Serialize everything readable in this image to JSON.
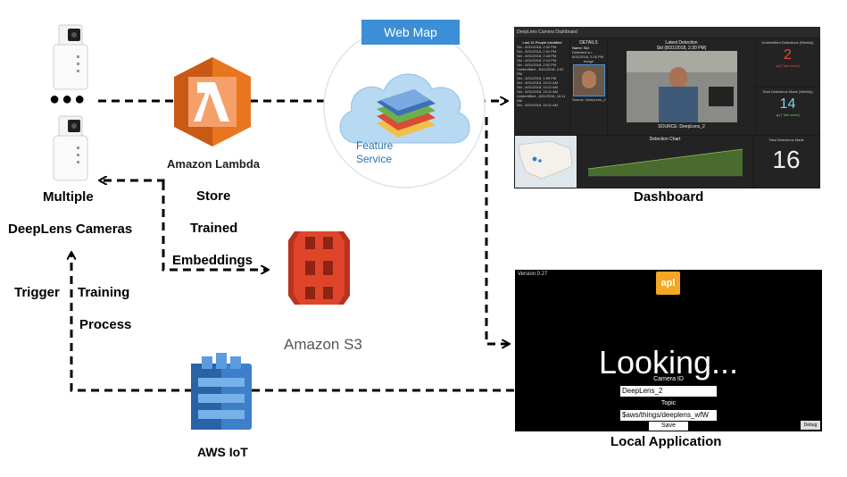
{
  "cameras": {
    "label_line1": "Multiple",
    "label_line2": "DeepLens Cameras",
    "ellipsis": "●●●"
  },
  "lambda": {
    "label": "Amazon Lambda"
  },
  "store": {
    "line1": "Store",
    "line2": "Trained",
    "line3": "Embeddings"
  },
  "s3": {
    "label": "Amazon S3"
  },
  "webmap": {
    "badge": "Web Map",
    "service_line1": "Feature",
    "service_line2": "Service"
  },
  "dashboard": {
    "label": "Dashboard",
    "title": "DeepLens Camera Dashboard",
    "last15": "Last 15 People Identified",
    "rows": [
      "Sid - 8/31/2018, 2:32 PM",
      "Sid - 8/31/2018, 2:31 PM",
      "Sid - 8/31/2018, 2:18 PM",
      "Sid - 8/31/2018, 2:14 PM",
      "Sid - 8/31/2018, 2:02 PM",
      "Unidentified - 8/31/2018, 2:02 PM",
      "Sid - 8/31/2018, 1:59 PM",
      "Sid - 8/31/2018, 10:11 AM",
      "Sid - 8/31/2018, 10:11 AM",
      "Sid - 8/31/2018, 10:11 AM",
      "Unidentified - 8/31/2018, 10:11 AM",
      "Sid - 8/31/2018, 10:11 AM"
    ],
    "details_title": "DETAILS",
    "details_name": "Name: Sid",
    "details_detected": "Detected on: 8/31/2018, 2:26 PM",
    "details_image": "Image",
    "details_source": "Source: DeepLens_2",
    "latest_title": "Latest Detection",
    "latest_sub": "Sid (8/31/2018, 2:30 PM)",
    "latest_source": "SOURCE: DeepLens_2",
    "unid_title": "Unidentified Detections (Weekly)",
    "unid_value": "2",
    "unid_change": "▲(0 last week)",
    "total_week_title": "Total Detections Made (Weekly)",
    "total_week_value": "14",
    "total_week_change": "▲(7 last week)",
    "chart_title": "Detection Chart",
    "total_title": "Total Detections Made",
    "total_value": "16"
  },
  "app": {
    "label": "Local Application",
    "version": "Version 0.27",
    "logo": "apl",
    "looking": "Looking...",
    "camera_id_label": "Camera ID",
    "camera_id_value": "DeepLens_2",
    "topic_label": "Topic",
    "topic_value": "$aws/things/deeplens_wfW",
    "save": "Save",
    "debug": "Debug"
  },
  "trigger": {
    "word1": "Trigger",
    "word2": "Training",
    "word3": "Process"
  },
  "iot": {
    "label": "AWS IoT"
  },
  "colors": {
    "lambda": "#e8761f",
    "s3": "#e0442a",
    "iot": "#3d7fc9",
    "webmap_blue": "#3c8fd6",
    "cloud_blue": "#b8d9f2",
    "chart_green": "#4a6b2e"
  }
}
